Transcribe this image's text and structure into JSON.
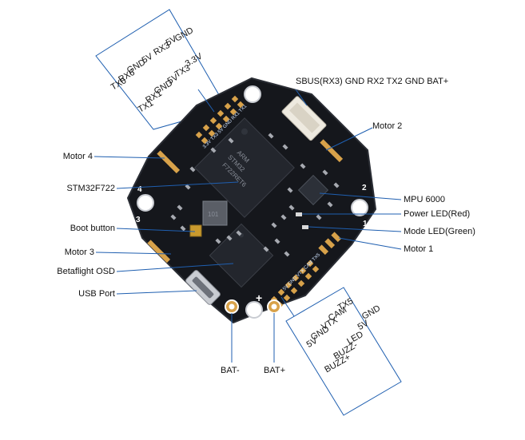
{
  "top_pin_box": {
    "left_column": [
      "GND",
      "5V",
      "RX3",
      "5V",
      "GND",
      "RX6",
      "TX6"
    ],
    "right_column": [
      "3.3V",
      "TX3",
      "5V",
      "GND",
      "RX1",
      "TX1"
    ]
  },
  "bottom_pin_box": {
    "left_column": [
      "TX5",
      "CAM",
      "VTX",
      "GND",
      "5V"
    ],
    "right_column": [
      "GND",
      "5V",
      "LED",
      "BUZZ-",
      "BUZZ+"
    ]
  },
  "labels": {
    "sbus_row": "SBUS(RX3)  GND  RX2  TX2  GND  BAT+",
    "motor2": "Motor 2",
    "motor4": "Motor 4",
    "stm32": "STM32F722",
    "mpu": "MPU 6000",
    "power_led": "Power LED(Red)",
    "mode_led": "Mode LED(Green)",
    "boot": "Boot button",
    "motor3": "Motor 3",
    "motor1": "Motor 1",
    "osd": "Betaflight OSD",
    "usb": "USB Port",
    "bat_minus": "BAT-",
    "bat_plus": "BAT+"
  },
  "board_silkscreen": {
    "corner_1": "1",
    "corner_2": "2",
    "corner_3": "3",
    "corner_4": "4",
    "plus": "+",
    "inductor": "101",
    "top_pads": "3.3V TX3 5V GND RX1 TX1",
    "bottom_pads": "5V GND VTX CAM TX5"
  },
  "colors": {
    "pcb": "#15171c",
    "pad": "#d8a24a",
    "leader": "#1f5fb0",
    "silk": "#ffffff"
  }
}
